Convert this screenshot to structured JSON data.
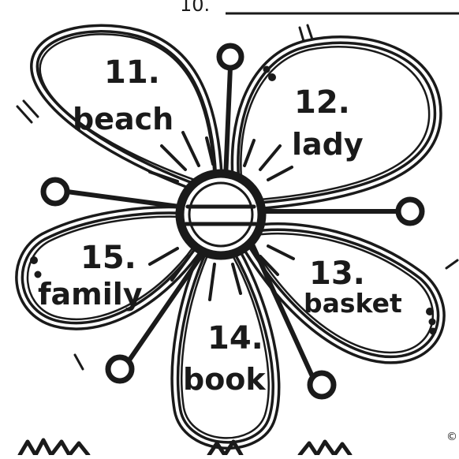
{
  "header": {
    "item_number": "10."
  },
  "petals": [
    {
      "number": "11.",
      "word": "beach"
    },
    {
      "number": "12.",
      "word": "lady"
    },
    {
      "number": "13.",
      "word": "basket"
    },
    {
      "number": "14.",
      "word": "book"
    },
    {
      "number": "15.",
      "word": "family"
    }
  ],
  "footer": {
    "copyright_mark": "©"
  },
  "colors": {
    "ink": "#1a1a1a",
    "paper": "#ffffff"
  }
}
